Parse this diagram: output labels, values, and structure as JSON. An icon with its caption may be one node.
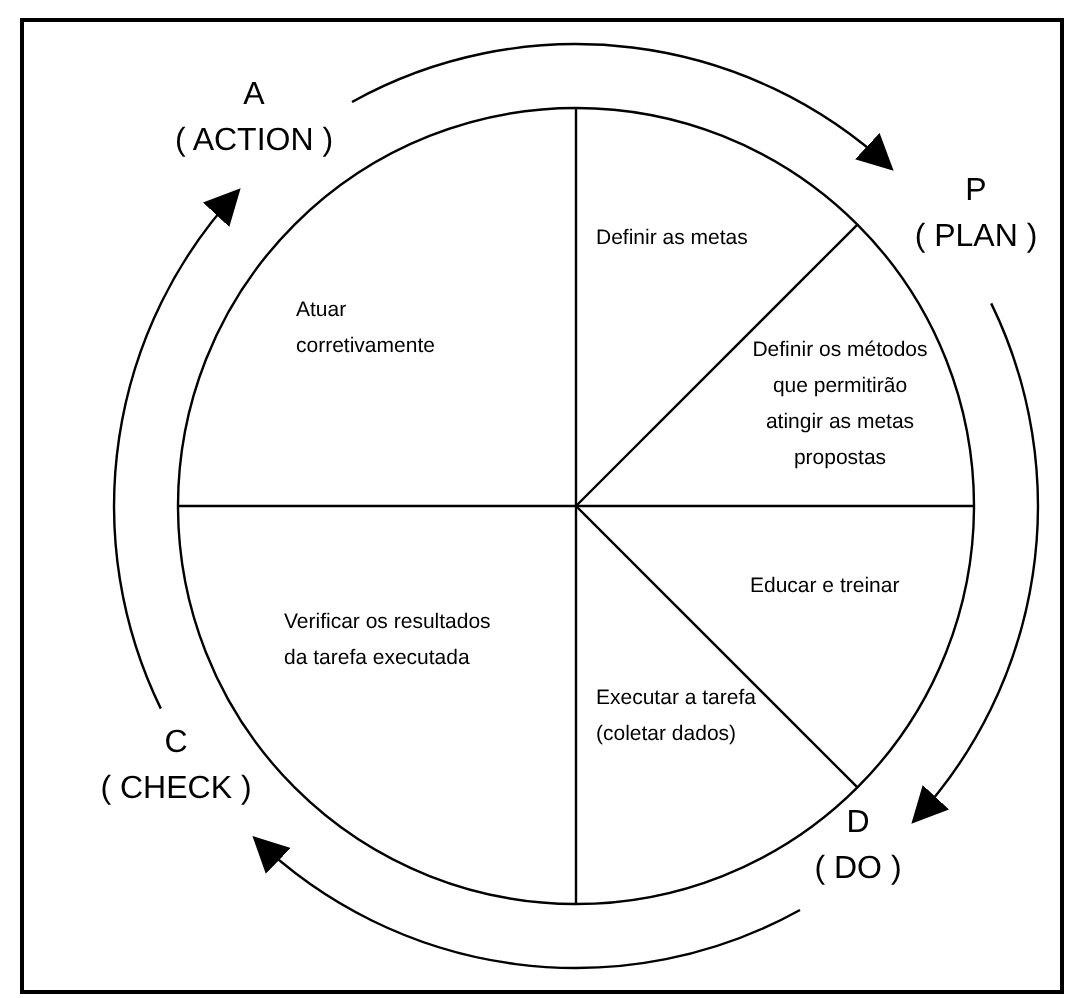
{
  "diagram": {
    "nodes": [
      {
        "text": [
          "A",
          "( ACTION )"
        ]
      },
      {
        "text": [
          "P",
          "( PLAN )"
        ]
      },
      {
        "text": [
          "Definir as metas"
        ]
      },
      {
        "text": [
          "Atuar corretivamente"
        ]
      },
      {
        "text": [
          "Definir os métodos que permitirão atingir as metas propostas"
        ]
      },
      {
        "text": [
          "Educar e treinar"
        ]
      },
      {
        "text": [
          "Verificar os resultados da tarefa executada"
        ]
      },
      {
        "text": [
          "Executar a tarefa (coletar dados)"
        ]
      },
      {
        "text": [
          "C",
          "( CHECK )"
        ]
      },
      {
        "text": [
          "D",
          "( DO )"
        ]
      }
    ],
    "edges": [
      {
        "from": 0,
        "to": 1,
        "arrow": "to"
      },
      {
        "from": 1,
        "to": 9,
        "arrow": "to"
      },
      {
        "from": 9,
        "to": 8,
        "arrow": "to"
      },
      {
        "from": 8,
        "to": 0,
        "arrow": "to"
      }
    ]
  }
}
